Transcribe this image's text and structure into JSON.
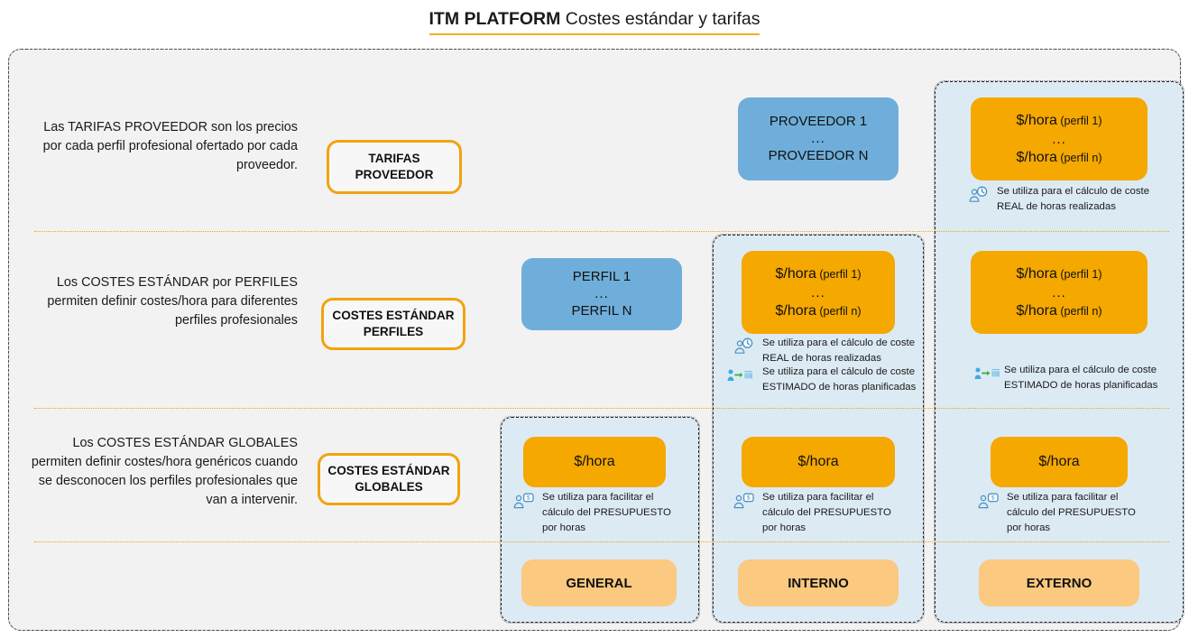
{
  "title": {
    "brand": "ITM PLATFORM",
    "rest": " Costes estándar y tarifas",
    "underline_color": "#F2B01E"
  },
  "colors": {
    "background": "#FFFFFF",
    "frame_bg": "#F2F2F2",
    "panel_blue": "#DCEAF4",
    "box_blue": "#6FAEDA",
    "box_orange": "#F5A800",
    "box_orange_light": "#FBC97F",
    "accent_yellow": "#F2A30F",
    "icon_blue": "#4A90C4",
    "icon_green": "#34B233"
  },
  "rows": [
    {
      "id": "tarifas-proveedor",
      "description": "Las TARIFAS PROVEEDOR son los precios por cada perfil profesional ofertado por cada proveedor.",
      "label": "TARIFAS PROVEEDOR",
      "label_line1": "TARIFAS",
      "label_line2": "PROVEEDOR"
    },
    {
      "id": "costes-estandar-perfiles",
      "description": "Los COSTES ESTÁNDAR por PERFILES permiten definir costes/hora para diferentes perfiles profesionales",
      "label": "COSTES ESTÁNDAR PERFILES",
      "label_line1": "COSTES ESTÁNDAR",
      "label_line2": "PERFILES"
    },
    {
      "id": "costes-estandar-globales",
      "description": "Los COSTES ESTÁNDAR GLOBALES permiten  definir costes/hora genéricos cuando se desconocen los perfiles profesionales que van a intervenir.",
      "label": "COSTES ESTÁNDAR GLOBALES",
      "label_line1": "COSTES ESTÁNDAR",
      "label_line2": "GLOBALES"
    }
  ],
  "blue_boxes": {
    "proveedor": {
      "line1": "PROVEEDOR 1",
      "dots": "...",
      "line2": "PROVEEDOR N"
    },
    "perfil": {
      "line1": "PERFIL 1",
      "dots": "...",
      "line2": "PERFIL N"
    }
  },
  "rate_boxes": {
    "perfil_rates": {
      "line1_main": "$/hora",
      "line1_sub": " (perfil 1)",
      "dots": "...",
      "line2_main": "$/hora",
      "line2_sub": "  (perfil n)"
    },
    "simple": {
      "text": "$/hora"
    }
  },
  "captions": {
    "real": {
      "line1": "Se utiliza para el cálculo de coste",
      "line2": "REAL  de horas realizadas",
      "icon": "person-clock-icon"
    },
    "estimado": {
      "line1": "Se utiliza para el cálculo de coste",
      "line2": "ESTIMADO  de horas planificadas",
      "icon": "person-arrow-schedule-icon"
    },
    "presupuesto": {
      "line1": "Se utiliza para facilitar el",
      "line2": "cálculo del PRESUPUESTO",
      "line3": "por horas",
      "icon": "person-money-icon"
    }
  },
  "columns": [
    {
      "id": "general",
      "footer_label": "GENERAL"
    },
    {
      "id": "interno",
      "footer_label": "INTERNO"
    },
    {
      "id": "externo",
      "footer_label": "EXTERNO"
    }
  ]
}
